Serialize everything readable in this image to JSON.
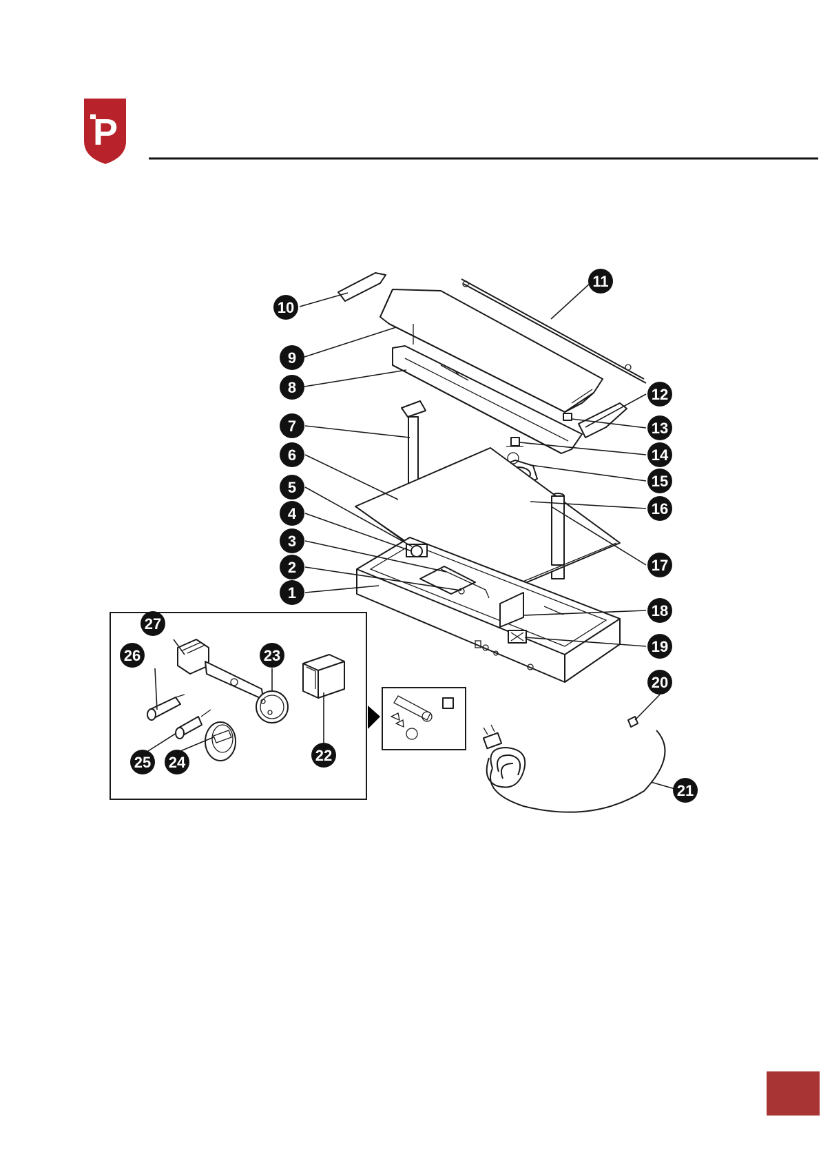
{
  "brand": {
    "logo_name": "shield-logo",
    "logo_letter": "P",
    "color": "#b7222b"
  },
  "accent_color": "#a83434",
  "rule_color": "#111111",
  "diagram": {
    "type": "exploded-parts-view",
    "callouts": [
      "1",
      "2",
      "3",
      "4",
      "5",
      "6",
      "7",
      "8",
      "9",
      "10",
      "11",
      "12",
      "13",
      "14",
      "15",
      "16",
      "17",
      "18",
      "19",
      "20",
      "21",
      "22",
      "23",
      "24",
      "25",
      "26",
      "27"
    ],
    "inset_detail": "control-panel-components"
  },
  "page_number": ""
}
